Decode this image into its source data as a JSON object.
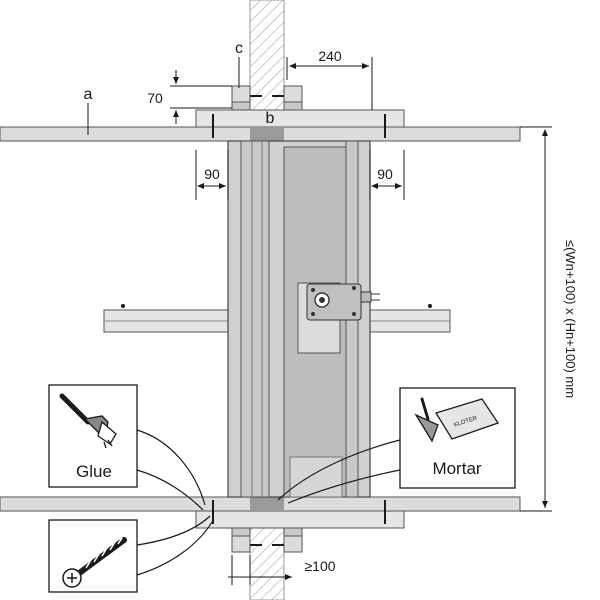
{
  "figure": {
    "title": "Fire damper installation in wall with board casing (technical installation drawing)",
    "labels": {
      "a": "a",
      "b": "b",
      "c": "c"
    },
    "dimensions": {
      "top_offset": "240",
      "screw_spacing": "70",
      "left_overlap": "90",
      "right_overlap": "90",
      "min_distance": "≥100",
      "opening_size": "≤(Wn+100) x (Hn+100) mm"
    },
    "callouts": {
      "glue": "Glue",
      "mortar": "Mortar",
      "mortar_bag_text": "KLOTER",
      "screw": ""
    },
    "icons": [
      "paintbrush-icon",
      "mortar-trowel-icon",
      "screw-icon"
    ],
    "colors": {
      "board": "#dcdcdc",
      "damper": "#c8c8c8",
      "line": "#1a1a1a",
      "background": "#ffffff"
    }
  }
}
